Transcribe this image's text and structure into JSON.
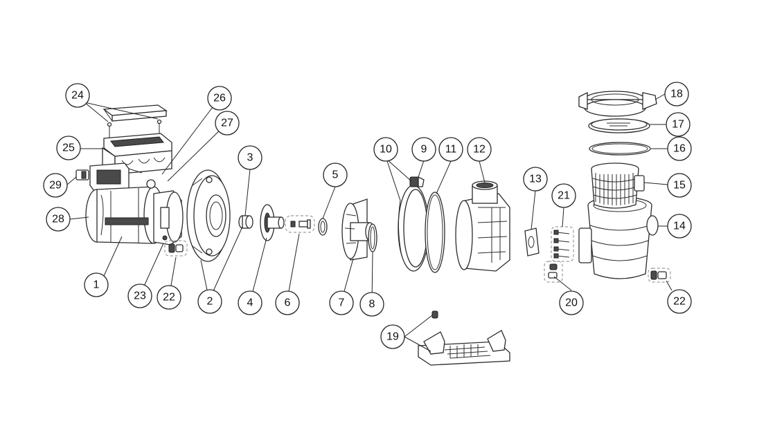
{
  "callouts": {
    "c1": "1",
    "c2": "2",
    "c3": "3",
    "c4": "4",
    "c5": "5",
    "c6": "6",
    "c7": "7",
    "c8": "8",
    "c9": "9",
    "c10": "10",
    "c11": "11",
    "c12": "12",
    "c13": "13",
    "c14": "14",
    "c15": "15",
    "c16": "16",
    "c17": "17",
    "c18": "18",
    "c19": "19",
    "c20": "20",
    "c21": "21",
    "c22a": "22",
    "c22b": "22",
    "c23": "23",
    "c24": "24",
    "c25": "25",
    "c26": "26",
    "c27": "27",
    "c28": "28",
    "c29": "29"
  },
  "colors": {
    "line": "#2a2a2a",
    "dark_fill": "#4a4a4a",
    "dashed_group": "#9a9a9a"
  }
}
